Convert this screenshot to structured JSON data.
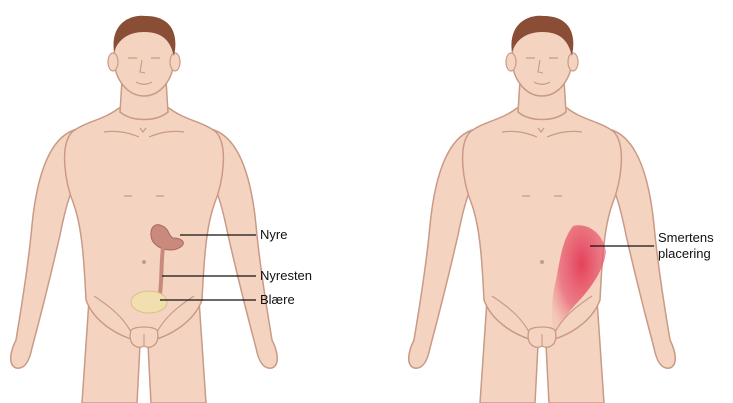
{
  "colors": {
    "skin": "#f4d4c1",
    "skin_outline": "#c99a86",
    "hair": "#8a4e36",
    "kidney": "#c98a7d",
    "bladder": "#f2dfb0",
    "pain": "#e33a55",
    "leader_line": "#111111"
  },
  "left_figure": {
    "labels": {
      "kidney": "Nyre",
      "kidney_stone": "Nyresten",
      "bladder": "Blære"
    }
  },
  "right_figure": {
    "labels": {
      "pain_location_line1": "Smertens",
      "pain_location_line2": "placering"
    }
  }
}
